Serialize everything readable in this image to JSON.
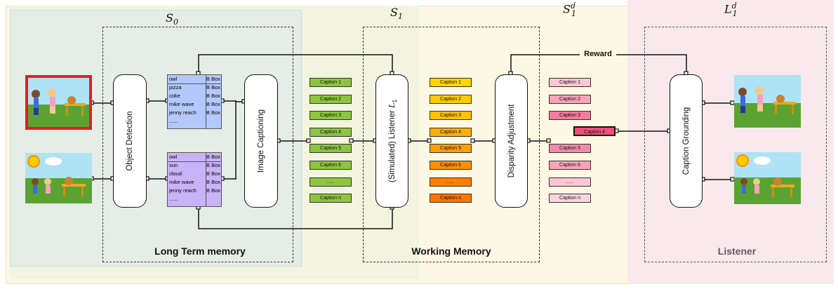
{
  "sections": {
    "s0": {
      "symbol": "S",
      "sub": "0",
      "title": "Long Term memory"
    },
    "s1": {
      "symbol": "S",
      "sub": "1",
      "title": "Working Memory"
    },
    "s1d": {
      "symbol": "S",
      "sub": "1",
      "sup": "d"
    },
    "l1d": {
      "symbol": "L",
      "sub": "1",
      "sup": "d",
      "title": "Listener"
    }
  },
  "modules": {
    "object_detection": "Object Detection",
    "image_captioning": "Image Captioning",
    "listener_prefix": "(Simulated) Listener ",
    "listener_symbol": "L",
    "listener_sub": "1",
    "disparity": "Disparity Adjustment",
    "grounding": "Caption Grounding"
  },
  "reward": "Reward",
  "table1": {
    "rows": [
      {
        "name": "owl",
        "box": "B Box"
      },
      {
        "name": "pizza",
        "box": "B Box"
      },
      {
        "name": "coke",
        "box": "B Box"
      },
      {
        "name": "mike wave",
        "box": "B Box"
      },
      {
        "name": "jenny reach",
        "box": "B Box"
      },
      {
        "name": "......",
        "box": ""
      }
    ]
  },
  "table2": {
    "rows": [
      {
        "name": "owl",
        "box": "B Box"
      },
      {
        "name": "sun",
        "box": "B Box"
      },
      {
        "name": "cloud",
        "box": "B Box"
      },
      {
        "name": "mike wave",
        "box": "B Box"
      },
      {
        "name": "jenny reach",
        "box": "B Box"
      },
      {
        "name": "......",
        "box": ""
      }
    ]
  },
  "captions": [
    "Caption 1",
    "Caption 2",
    "Caption 3",
    "Caption 4",
    "Caption 5",
    "Caption 6",
    "......",
    "Caption n"
  ],
  "selected_caption": "Caption 4",
  "colors": {
    "green_caption": "#8cc63f",
    "orange_captions": [
      "#ffd700",
      "#ffcc00",
      "#ffc000",
      "#ffb000",
      "#ff9f00",
      "#ff8f00",
      "#ff8000",
      "#ff7500"
    ],
    "pink_captions": [
      "#fcc6d4",
      "#f7a3b8",
      "#f27c9b",
      "#ef6a8c",
      "#f58aa8",
      "#f7a3b8",
      "#fcc6d4",
      "#fbd4df"
    ],
    "pink_selected": "#ef4f7c",
    "table1": "#b3c8fb",
    "table2": "#c8b3f6",
    "target_border": "#e02020",
    "bg_s0": "#e5ede7",
    "bg_s1": "#f3f5df",
    "bg_s1d": "#fdf8e4",
    "bg_l1d": "#f9e9ec"
  }
}
